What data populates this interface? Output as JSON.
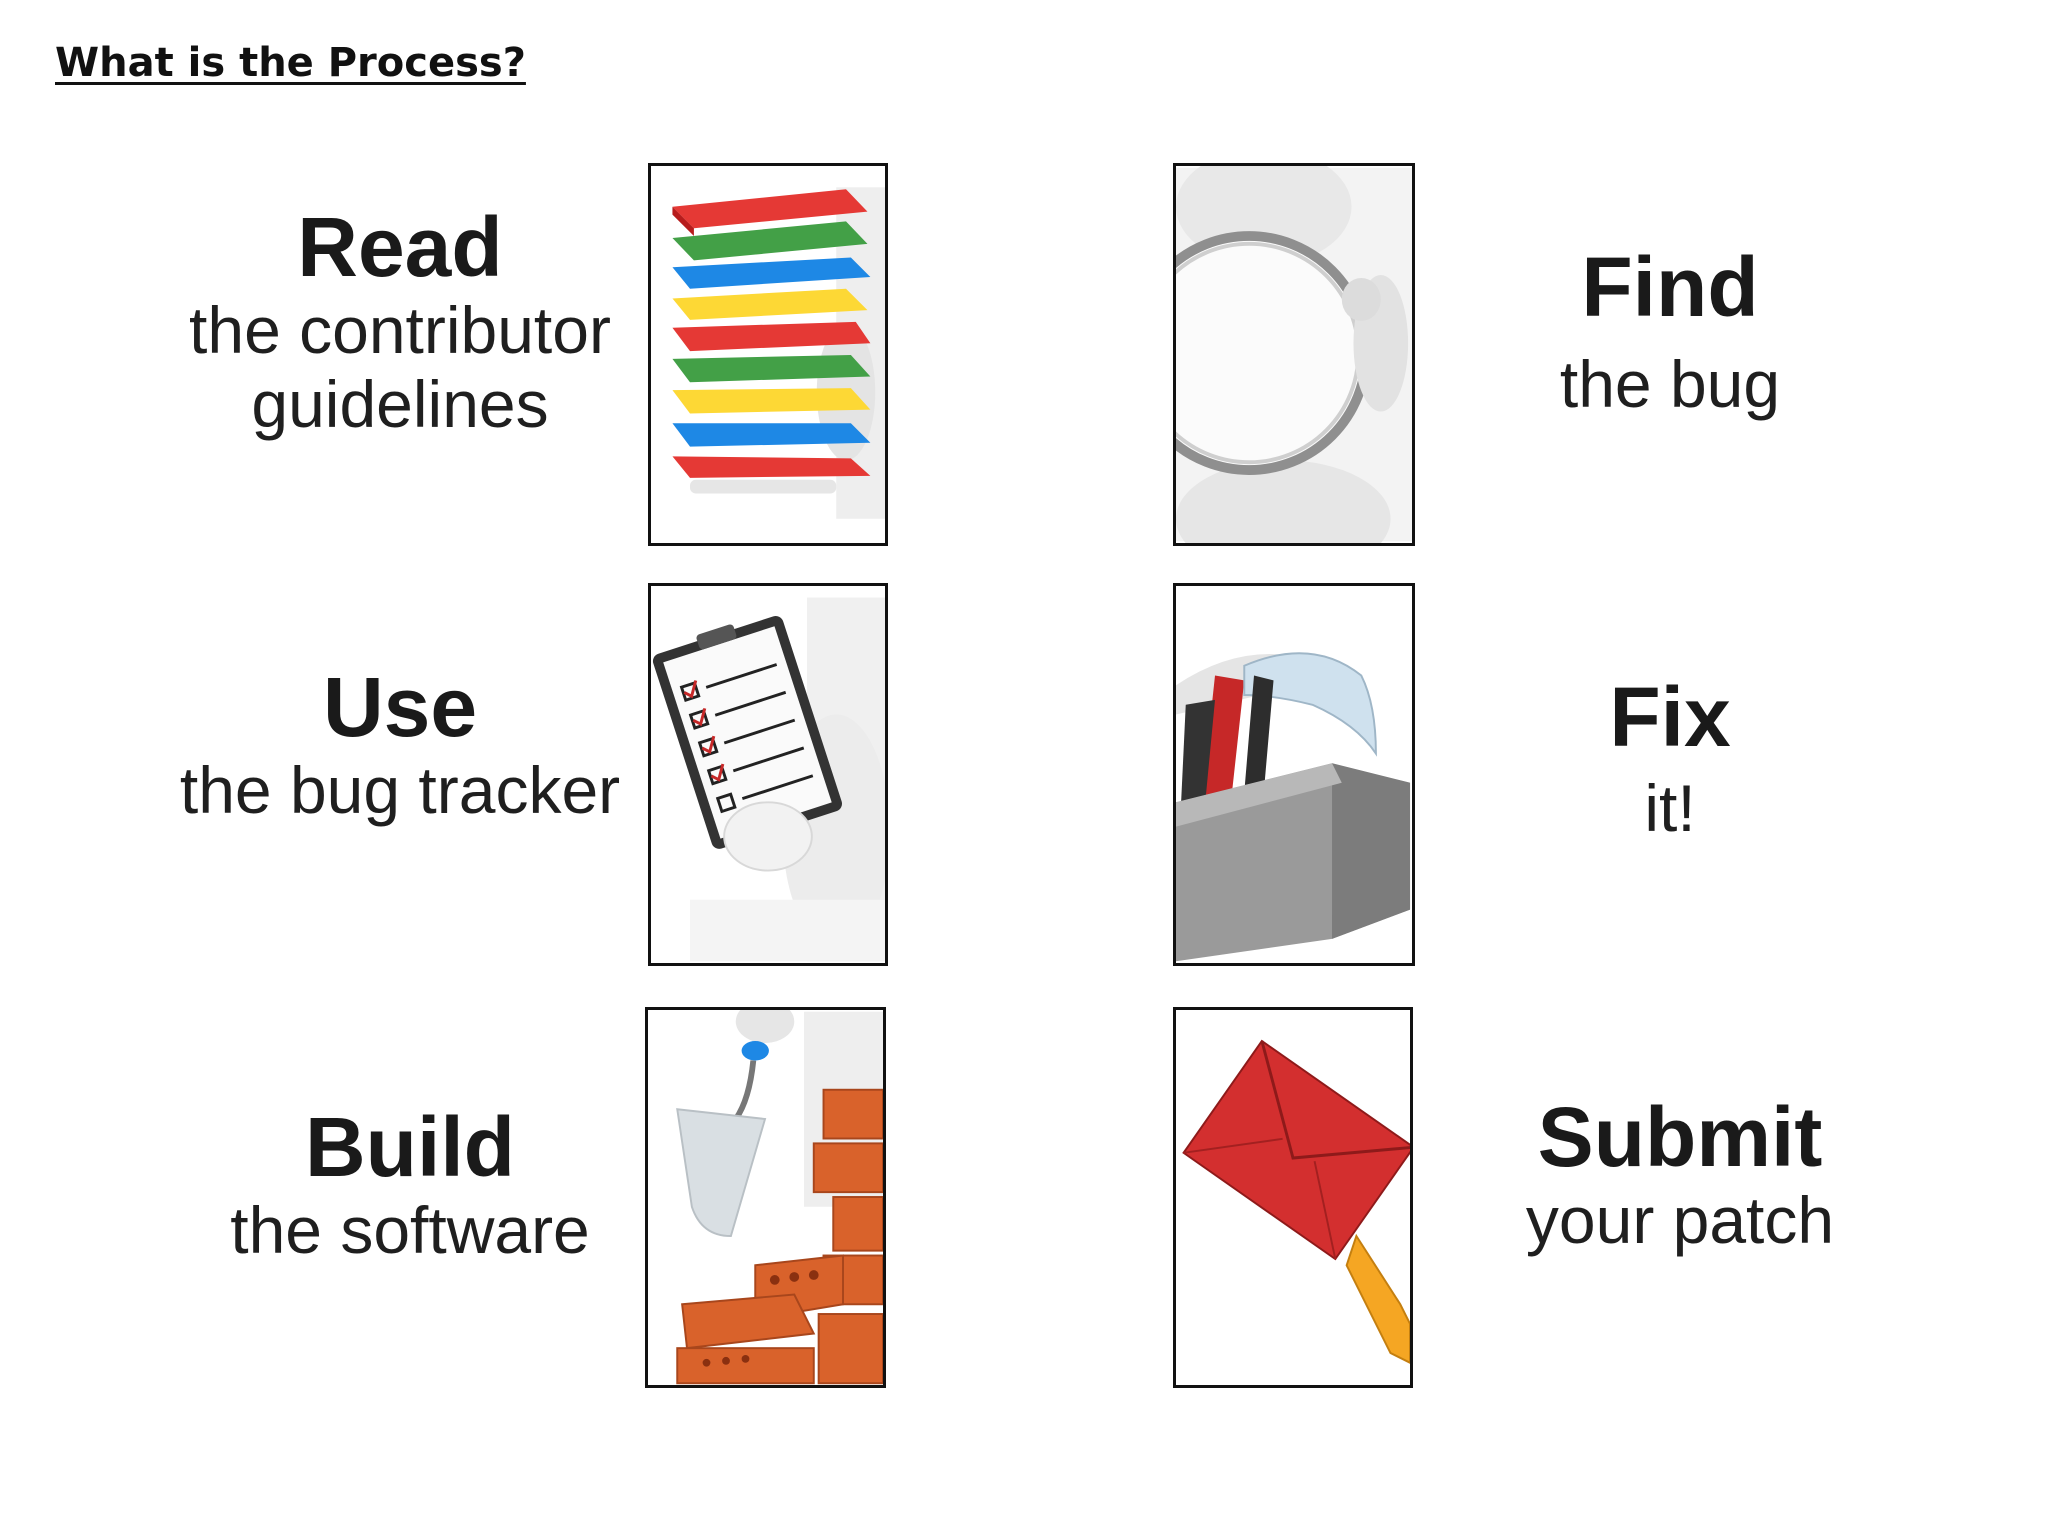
{
  "title": "What is the Process?",
  "steps": [
    {
      "id": "read",
      "verb": "Read",
      "lines": [
        "the contributor",
        "guidelines"
      ],
      "icon": "books-stack-icon"
    },
    {
      "id": "use",
      "verb": "Use",
      "lines": [
        "the bug tracker"
      ],
      "icon": "clipboard-checklist-icon"
    },
    {
      "id": "build",
      "verb": "Build",
      "lines": [
        "the software"
      ],
      "icon": "trowel-bricks-icon"
    },
    {
      "id": "find",
      "verb": "Find",
      "lines": [
        "the bug"
      ],
      "icon": "magnifying-glass-icon"
    },
    {
      "id": "fix",
      "verb": "Fix",
      "lines": [
        "it!"
      ],
      "icon": "toolbox-icon"
    },
    {
      "id": "submit",
      "verb": "Submit",
      "lines": [
        "your patch"
      ],
      "icon": "envelope-icon"
    }
  ],
  "colors": {
    "book_red": "#e53935",
    "book_green": "#43a047",
    "book_blue": "#1e88e5",
    "book_yellow": "#fdd835",
    "brick": "#d9622b",
    "envelope_red": "#d32f2f",
    "check_red": "#c62828"
  }
}
